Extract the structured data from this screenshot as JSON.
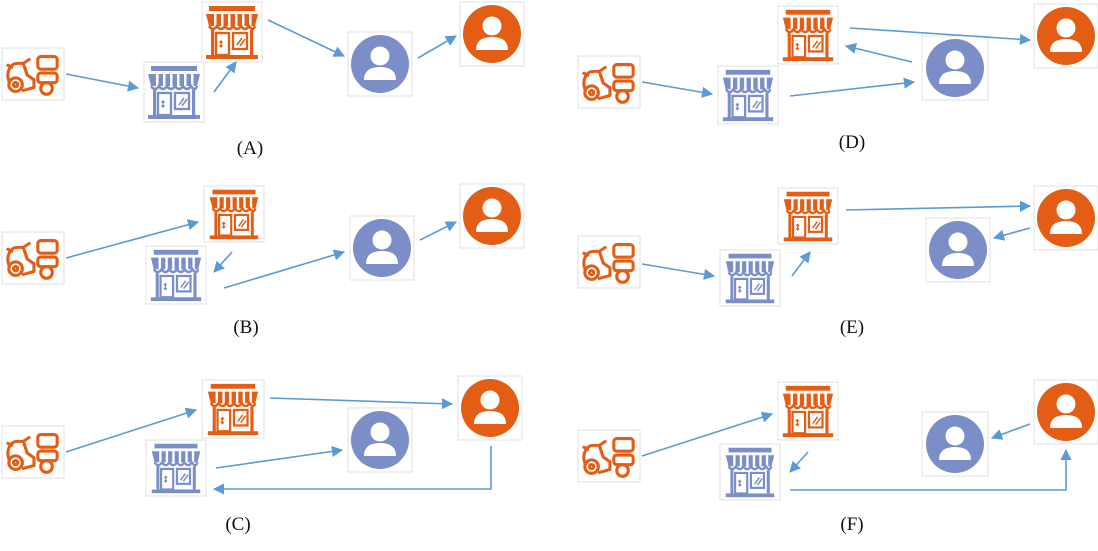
{
  "colors": {
    "orange": "#e35d14",
    "blue": "#7b8ec8",
    "arrow": "#5b9bd5",
    "icon_border": "#d9d9d9"
  },
  "icon_names": {
    "scooter": "delivery-scooter-icon",
    "store_orange": "orange-store-icon",
    "store_blue": "blue-store-icon",
    "user_orange": "orange-user-icon",
    "user_blue": "blue-user-icon"
  },
  "panels": [
    {
      "id": "A",
      "caption": "(A)",
      "arrows": [
        "scooter → blue store",
        "blue store → orange store",
        "orange store → blue user",
        "blue user → orange user"
      ]
    },
    {
      "id": "B",
      "caption": "(B)",
      "arrows": [
        "scooter → orange store",
        "orange store → blue store",
        "blue store → blue user",
        "blue user → orange user"
      ]
    },
    {
      "id": "C",
      "caption": "(C)",
      "arrows": [
        "scooter → orange store",
        "orange store → orange user",
        "orange user → blue store",
        "blue store → blue user"
      ]
    },
    {
      "id": "D",
      "caption": "(D)",
      "arrows": [
        "scooter → blue store",
        "blue store → blue user",
        "blue user → orange store",
        "orange store → orange user"
      ]
    },
    {
      "id": "E",
      "caption": "(E)",
      "arrows": [
        "scooter → blue store",
        "blue store → orange store",
        "orange store → orange user",
        "orange user → blue user"
      ]
    },
    {
      "id": "F",
      "caption": "(F)",
      "arrows": [
        "scooter → orange store",
        "orange store → blue store",
        "blue store → orange user",
        "orange user → blue user"
      ]
    }
  ]
}
